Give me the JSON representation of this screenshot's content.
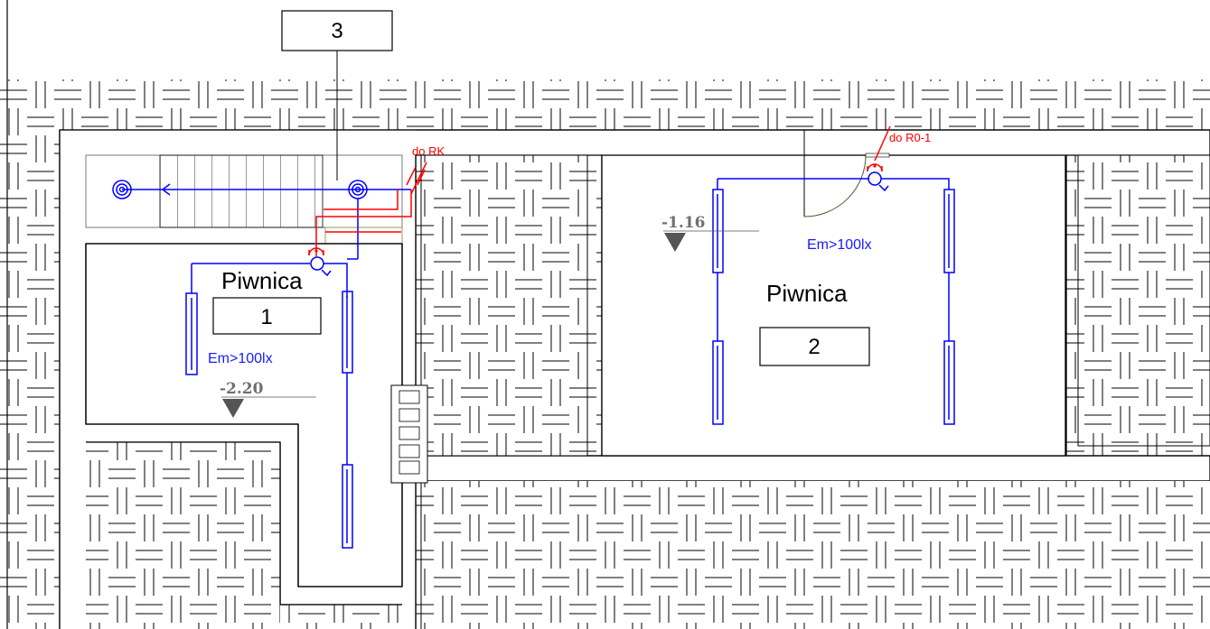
{
  "rooms": [
    {
      "name": "Piwnica",
      "number": "1",
      "lux": "Em>100lx",
      "level": "-2.20"
    },
    {
      "name": "Piwnica",
      "number": "2",
      "lux": "Em>100lx",
      "level": "-1.16"
    }
  ],
  "staircase": {
    "number": "3"
  },
  "feeds": {
    "left": "do RK",
    "right": "do R0-1"
  },
  "colors": {
    "lighting": "#0000ff",
    "power": "#ff0000",
    "walls": "#000000",
    "level_marker": "#555555"
  }
}
